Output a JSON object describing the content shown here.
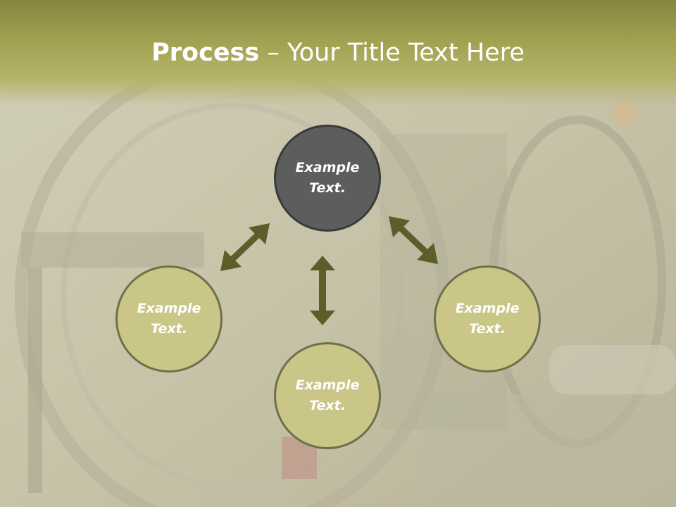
{
  "title": {
    "strong": "Process",
    "rest": " – Your Title Text Here"
  },
  "nodes": [
    {
      "id": "top",
      "text": "Example Text."
    },
    {
      "id": "left",
      "text": "Example Text."
    },
    {
      "id": "bottom",
      "text": "Example Text."
    },
    {
      "id": "right",
      "text": "Example Text."
    }
  ],
  "colors": {
    "header": "#a3a252",
    "node_center": "#5d5d5d",
    "node_outer": "#c9c687",
    "arrow": "#5b5e2a"
  },
  "icons": {
    "arrow": "double-headed-arrow"
  }
}
